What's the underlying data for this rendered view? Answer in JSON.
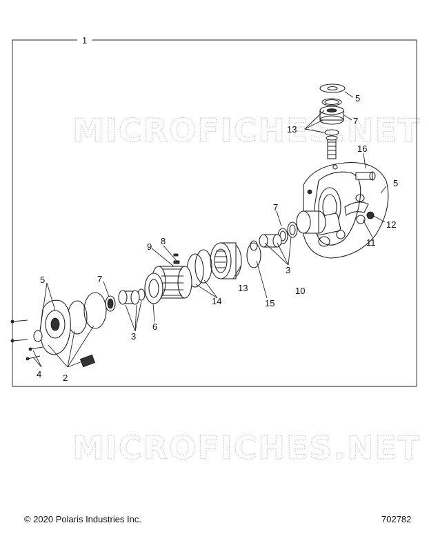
{
  "watermark_text": "MICROFICHES.NET",
  "callouts": {
    "c1": "1",
    "c2": "2",
    "c3a": "3",
    "c3b": "3",
    "c4": "4",
    "c5a": "5",
    "c5b": "5",
    "c5c": "5",
    "c6": "6",
    "c7a": "7",
    "c7b": "7",
    "c7c": "7",
    "c8": "8",
    "c9": "9",
    "c10": "10",
    "c11": "11",
    "c12": "12",
    "c13a": "13",
    "c13b": "13",
    "c14": "14",
    "c15": "15",
    "c16": "16"
  },
  "footer": {
    "copyright": "© 2020 Polaris Industries Inc.",
    "diagram_number": "702782"
  }
}
